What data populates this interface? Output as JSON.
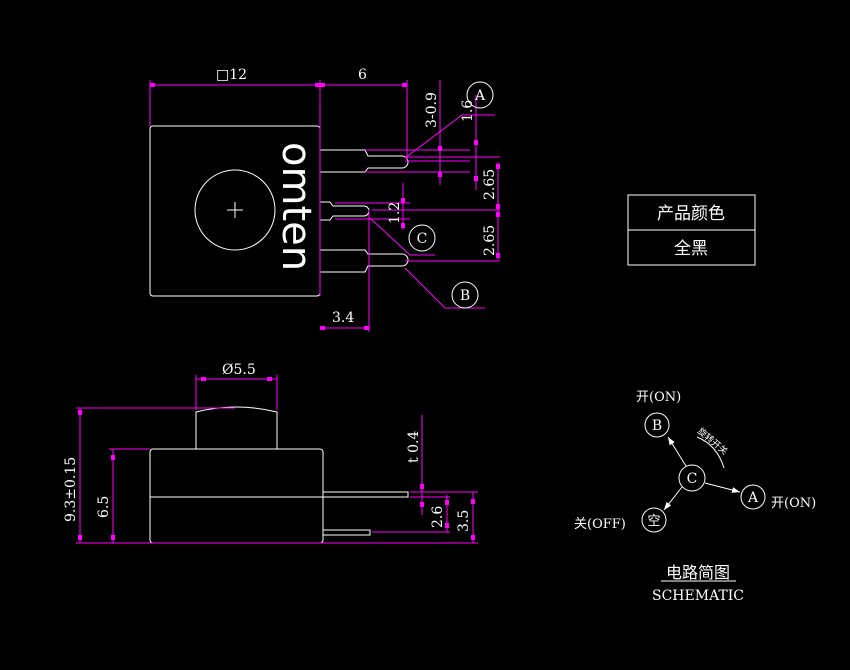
{
  "colors": {
    "background": "#000000",
    "outline": "#ffffff",
    "dimension": "#ff00ff"
  },
  "top_view": {
    "logo": "omten",
    "dims": {
      "width": "□12",
      "pin_length": "6",
      "pin_count_width": "3-0.9",
      "pitch_top": "1.6",
      "pitch_1": "2.65",
      "pitch_2": "2.65",
      "mid_pin": "1.2",
      "mid_pin_length": "3.4"
    },
    "pin_labels": [
      "A",
      "C",
      "B"
    ]
  },
  "color_table": {
    "header": "产品颜色",
    "value": "全黑"
  },
  "side_view": {
    "dims": {
      "knob_diameter": "Ø5.5",
      "total_height": "9.3±0.15",
      "body_height": "6.5",
      "thickness": "t 0.4",
      "pin_offset": "2.6",
      "pin_span": "3.5"
    }
  },
  "schematic": {
    "nodes": {
      "common": "C",
      "b": "B",
      "a": "A",
      "empty": "空"
    },
    "labels": {
      "b_state": "开(ON)",
      "a_state": "开(ON)",
      "off_state": "关(OFF)",
      "rotation": "旋转开关"
    },
    "title_cn": "电路简图",
    "title_en": "SCHEMATIC"
  }
}
